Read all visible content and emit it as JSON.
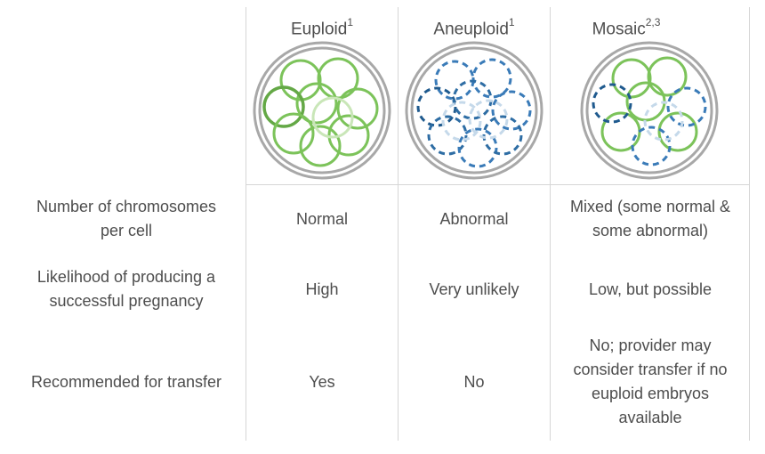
{
  "columns": [
    {
      "label": "Euploid",
      "sup": "1",
      "icon": "euploid-embryo-icon",
      "cell_color": "#7cc35a"
    },
    {
      "label": "Aneuploid",
      "sup": "1",
      "icon": "aneuploid-embryo-icon",
      "cell_color": "#2e6da4"
    },
    {
      "label": "Mosaic",
      "sup": "2,3",
      "icon": "mosaic-embryo-icon",
      "cell_color": "#7cc35a"
    }
  ],
  "colors": {
    "normal_cell": "#7cc35a",
    "abnormal_cell": "#2e6da4",
    "zona_ring": "#a8a8a8",
    "grid_lines": "#d6d6d6",
    "text": "#4d4d4d"
  },
  "rows": [
    {
      "label": [
        "Number of chromosomes",
        "per cell"
      ],
      "cells": [
        [
          "Normal"
        ],
        [
          "Abnormal"
        ],
        [
          "Mixed (some normal &",
          "some abnormal)"
        ]
      ]
    },
    {
      "label": [
        "Likelihood of producing a",
        "successful pregnancy"
      ],
      "cells": [
        [
          "High"
        ],
        [
          "Very unlikely"
        ],
        [
          "Low, but possible"
        ]
      ]
    },
    {
      "label": [
        "Recommended for transfer"
      ],
      "cells": [
        [
          "Yes"
        ],
        [
          "No"
        ],
        [
          "No; provider may",
          "consider transfer if no",
          "euploid embryos",
          "available"
        ]
      ]
    }
  ]
}
